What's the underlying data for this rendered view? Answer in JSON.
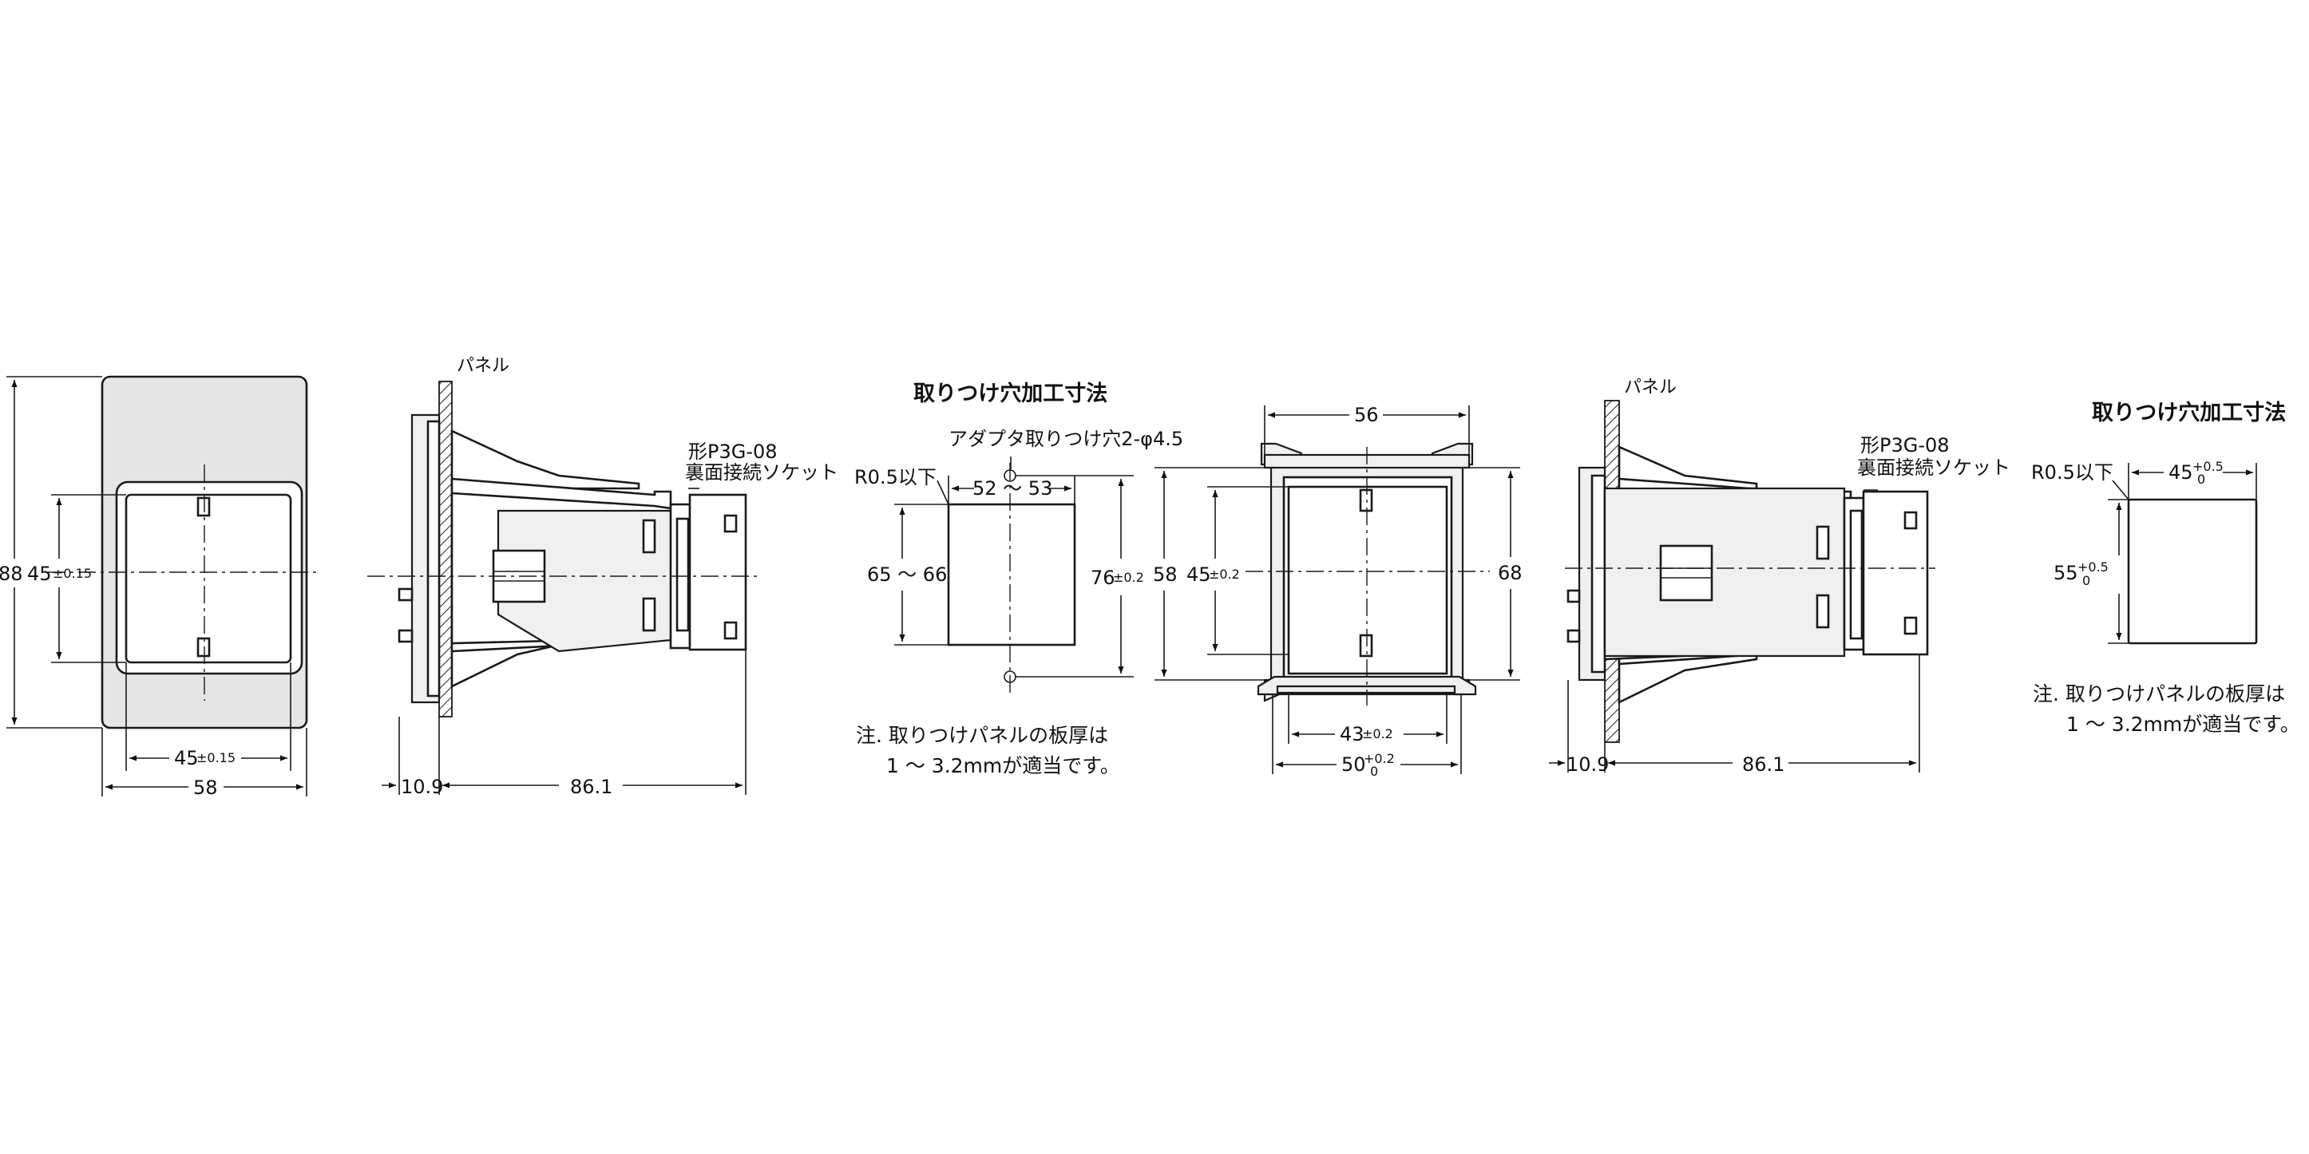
{
  "left": {
    "front": {
      "height": "88",
      "inner_height": "45",
      "inner_height_tol": "±0.15",
      "inner_width": "45",
      "inner_width_tol": "±0.15",
      "width": "58"
    },
    "side": {
      "panel_label": "パネル",
      "socket_label_1": "形P3G-08",
      "socket_label_2": "裏面接続ソケット",
      "depth_front": "10.9",
      "depth_rear": "86.1"
    },
    "cutout": {
      "title": "取りつけ穴加工寸法",
      "adapter_label": "アダプタ取りつけ穴2-φ4.5",
      "radius_label": "R0.5以下",
      "width_range": "52 ～ 53",
      "height_range": "65 ～ 66",
      "pitch": "76",
      "pitch_tol": "±0.2",
      "note_1": "注. 取りつけパネルの板厚は",
      "note_2": "1 ～ 3.2mmが適当です。"
    }
  },
  "right": {
    "front": {
      "top_width": "56",
      "height": "58",
      "inner_height": "45",
      "inner_height_tol": "±0.2",
      "outer_height": "68",
      "inner_width": "43",
      "inner_width_tol": "±0.2",
      "bottom_width": "50",
      "bottom_width_tol_upper": "+0.2",
      "bottom_width_tol_lower": "0"
    },
    "side": {
      "panel_label": "パネル",
      "socket_label_1": "形P3G-08",
      "socket_label_2": "裏面接続ソケット",
      "depth_front": "10.9",
      "depth_rear": "86.1"
    },
    "cutout": {
      "title": "取りつけ穴加工寸法",
      "radius_label": "R0.5以下",
      "width": "45",
      "width_tol_upper": "+0.5",
      "width_tol_lower": "0",
      "height": "55",
      "height_tol_upper": "+0.5",
      "height_tol_lower": "0",
      "note_1": "注. 取りつけパネルの板厚は",
      "note_2": "1 ～ 3.2mmが適当です。"
    }
  }
}
